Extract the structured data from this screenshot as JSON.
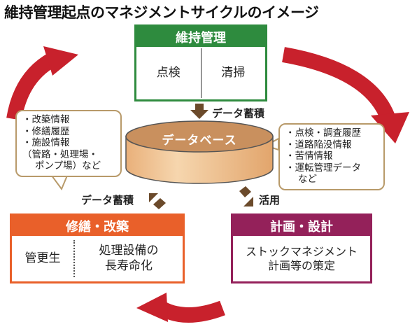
{
  "title": "維持管理起点のマネジメントサイクルのイメージ",
  "maintenance": {
    "header": "維持管理",
    "cells": [
      "点検",
      "清掃"
    ]
  },
  "database": {
    "label": "データベース"
  },
  "arrow_labels": {
    "accumulate_top": "データ蓄積",
    "accumulate_left": "データ蓄積",
    "utilize": "活用"
  },
  "callout_left": {
    "lines": [
      "・改築情報",
      "・修繕履歴",
      "・施設情報",
      "（管路・処理場・",
      "ポンプ場）など"
    ]
  },
  "callout_right": {
    "lines": [
      "・点検・調査履歴",
      "・道路陥没情報",
      "・苦情情報",
      "・運転管理データ",
      "など"
    ]
  },
  "repair": {
    "header": "修繕・改築",
    "cell_left": "管更生",
    "cell_right_lines": [
      "処理設備の",
      "長寿命化"
    ]
  },
  "plan": {
    "header": "計画・設計",
    "body_lines": [
      "ストックマネジメント",
      "計画等の策定"
    ]
  },
  "colors": {
    "green": "#2e8b3e",
    "orange": "#e9602a",
    "maroon": "#94215a",
    "cycle_red": "#c8212c",
    "arrow_brown": "#6b4a2b",
    "cylinder": "#f2c89a",
    "cylinder_top": "#c9905e",
    "callout_border": "#b89a6a"
  }
}
